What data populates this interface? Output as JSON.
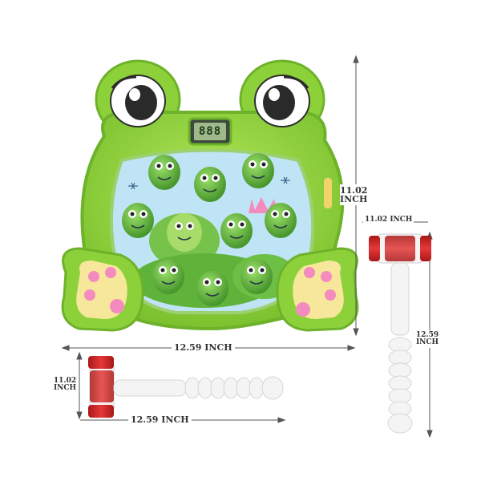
{
  "product": {
    "display": "888"
  },
  "dimensions": {
    "main_width": "12.59 INCH",
    "main_height": {
      "value": "11.02",
      "unit": "INCH"
    },
    "vertical_hammer_width": "11.02 INCH",
    "vertical_hammer_length": {
      "value": "12.59",
      "unit": "INCH"
    },
    "horizontal_hammer_length": "12.59 INCH",
    "horizontal_hammer_height": {
      "value": "11.02",
      "unit": "INCH"
    }
  },
  "colors": {
    "body_green": "#8dd13a",
    "dark_green": "#4f9a21",
    "light_green": "#b8e86a",
    "pond_blue": "#bfe4f5",
    "hammer_red": "#d62828",
    "hammer_white": "#f4f4f4",
    "paw_cream": "#f6e79b",
    "paw_pink": "#f48bbf"
  }
}
